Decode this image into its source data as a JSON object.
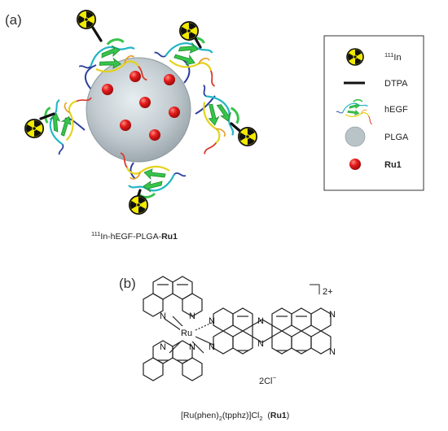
{
  "panel_a": {
    "label": "(a)",
    "caption": {
      "sup": "111",
      "main": "In-hEGF-PLGA-",
      "bold": "Ru1"
    },
    "legend": {
      "items": [
        {
          "key": "radio",
          "sup": "111",
          "text": "In",
          "bold": false
        },
        {
          "key": "dtpa",
          "sup": "",
          "text": "DTPA",
          "bold": false
        },
        {
          "key": "hegf",
          "sup": "",
          "text": "hEGF",
          "bold": false
        },
        {
          "key": "plga",
          "sup": "",
          "text": "PLGA",
          "bold": false
        },
        {
          "key": "ru1",
          "sup": "",
          "text": "Ru1",
          "bold": true
        }
      ]
    },
    "colors": {
      "plga": "#b9c4c9",
      "ru1": "#e41c1c",
      "radio_yellow": "#f2ea00",
      "protein_green": "#36c44a",
      "protein_yellow": "#e4d21a",
      "protein_cyan": "#22b6c4",
      "protein_red": "#d63a2c",
      "protein_blue": "#2b3f9c"
    }
  },
  "panel_b": {
    "label": "(b)",
    "charge": "2+",
    "counterion": "2Cl",
    "counterion_sup": "−",
    "metal": "Ru",
    "atom_n": "N",
    "caption": {
      "p1": "[Ru(phen)",
      "s1": "2",
      "p2": "(tpphz)]Cl",
      "s2": "2",
      "p3": "  (",
      "bold": "Ru1",
      "p4": ")"
    }
  }
}
